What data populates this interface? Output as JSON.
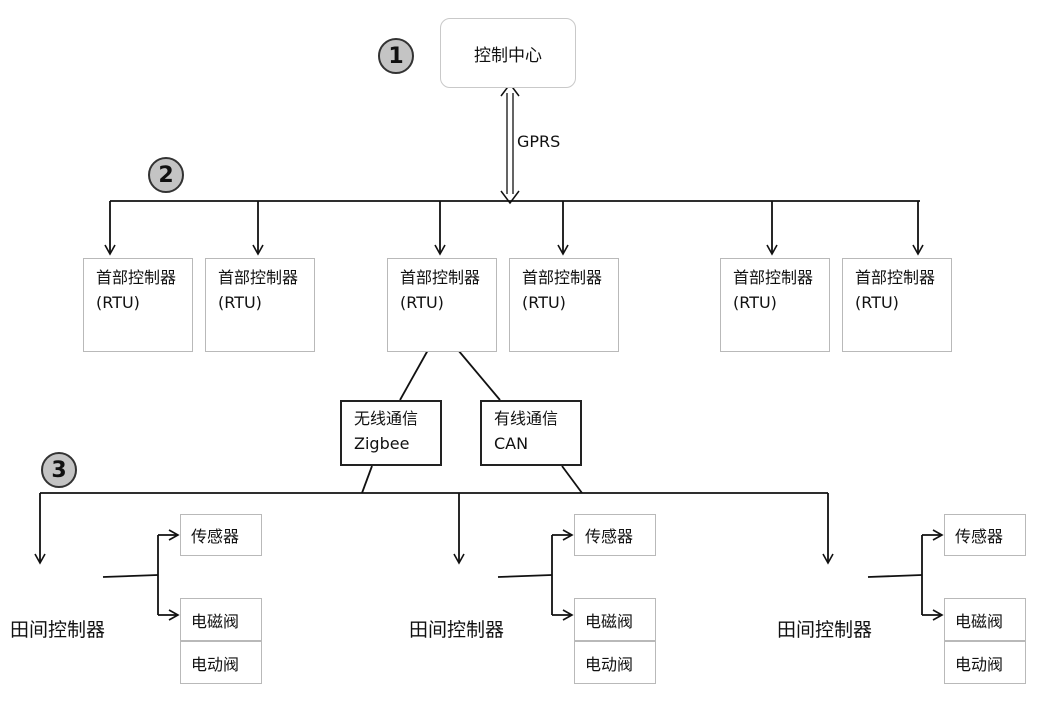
{
  "markers": [
    "1",
    "2",
    "3"
  ],
  "control_center": {
    "label": "控制中心"
  },
  "link_label": "GPRS",
  "rtus": [
    {
      "line1": "首部控制器",
      "line2": "(RTU)"
    },
    {
      "line1": "首部控制器",
      "line2": "(RTU)"
    },
    {
      "line1": "首部控制器",
      "line2": "(RTU)"
    },
    {
      "line1": "首部控制器",
      "line2": "(RTU)"
    },
    {
      "line1": "首部控制器",
      "line2": "(RTU)"
    },
    {
      "line1": "首部控制器",
      "line2": "(RTU)"
    }
  ],
  "comm": {
    "wireless": {
      "line1": "无线通信",
      "line2": "Zigbee"
    },
    "wired": {
      "line1": "有线通信",
      "line2": "CAN"
    }
  },
  "field_groups": [
    {
      "controller": "田间控制器",
      "sensor": "传感器",
      "solenoid": "电磁阀",
      "electric": "电动阀"
    },
    {
      "controller": "田间控制器",
      "sensor": "传感器",
      "solenoid": "电磁阀",
      "electric": "电动阀"
    },
    {
      "controller": "田间控制器",
      "sensor": "传感器",
      "solenoid": "电磁阀",
      "electric": "电动阀"
    }
  ]
}
